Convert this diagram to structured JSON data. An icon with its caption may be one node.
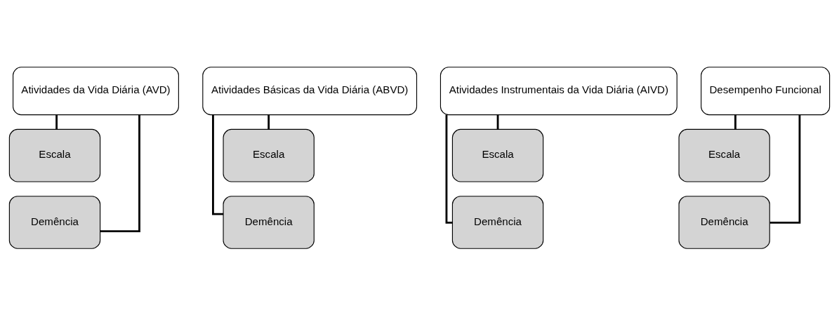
{
  "diagram": {
    "nodes": [
      {
        "text": [
          "Atividades da Vida Diária (AVD)"
        ]
      },
      {
        "text": [
          "Escala"
        ]
      },
      {
        "text": [
          "Demência"
        ]
      },
      {
        "text": [
          "Atividades Básicas da Vida Diária (ABVD)"
        ]
      },
      {
        "text": [
          "Escala"
        ]
      },
      {
        "text": [
          "Demência"
        ]
      },
      {
        "text": [
          "Atividades Instrumentais da Vida Diária (AIVD)"
        ]
      },
      {
        "text": [
          "Escala"
        ]
      },
      {
        "text": [
          "Demência"
        ]
      },
      {
        "text": [
          "Desempenho Funcional"
        ]
      },
      {
        "text": [
          "Escala"
        ]
      },
      {
        "text": [
          "Demência"
        ]
      }
    ],
    "edges": [
      {
        "from": 0,
        "to": 1,
        "arrow": "none"
      },
      {
        "from": 0,
        "to": 2,
        "arrow": "none"
      },
      {
        "from": 3,
        "to": 4,
        "arrow": "none"
      },
      {
        "from": 3,
        "to": 5,
        "arrow": "none"
      },
      {
        "from": 6,
        "to": 7,
        "arrow": "none"
      },
      {
        "from": 6,
        "to": 8,
        "arrow": "none"
      },
      {
        "from": 9,
        "to": 10,
        "arrow": "none"
      },
      {
        "from": 9,
        "to": 11,
        "arrow": "none"
      }
    ]
  }
}
